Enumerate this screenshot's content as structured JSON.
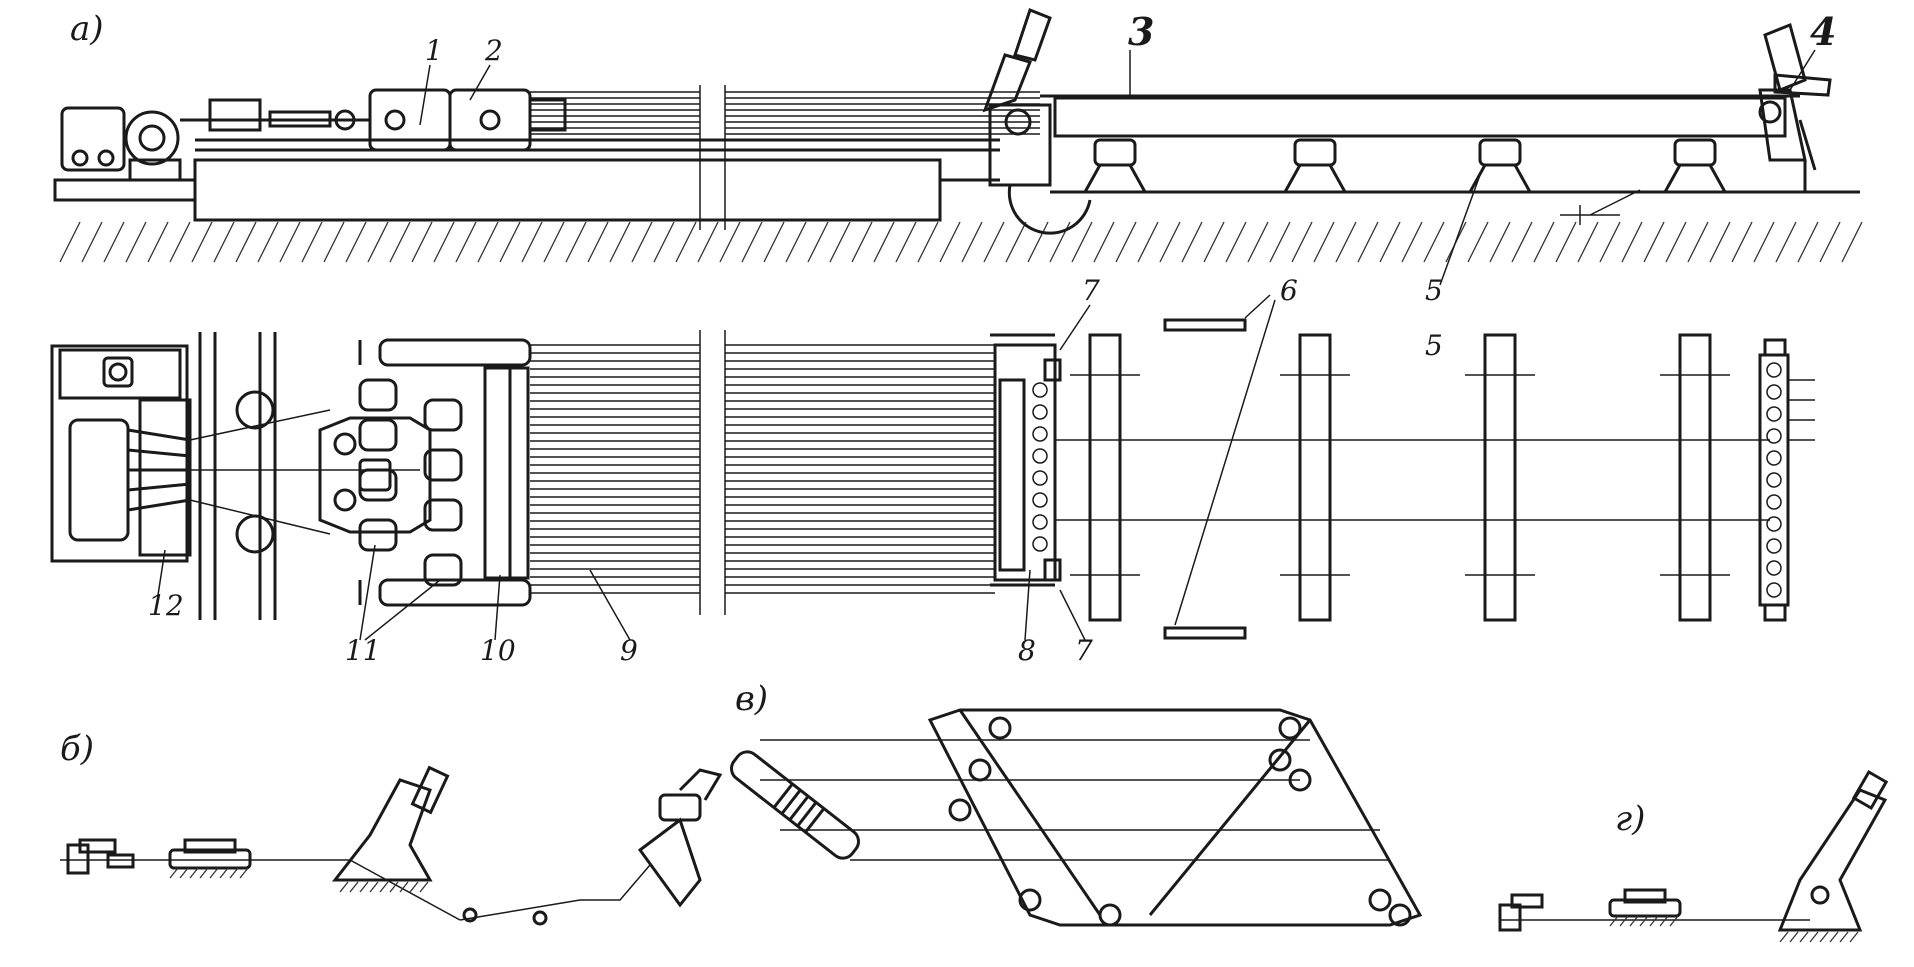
{
  "panels": {
    "a": "a)",
    "b": "б)",
    "v": "в)",
    "g": "г)"
  },
  "callouts": {
    "n1": "1",
    "n2": "2",
    "n3": "3",
    "n4": "4",
    "n5_top": "5",
    "n5_plan": "5",
    "n6": "6",
    "n7_top": "7",
    "n7_bottom": "7",
    "n8": "8",
    "n9": "9",
    "n10": "10",
    "n11": "11",
    "n12": "12"
  },
  "colors": {
    "ink": "#1a1a1a",
    "paper": "#ffffff"
  }
}
